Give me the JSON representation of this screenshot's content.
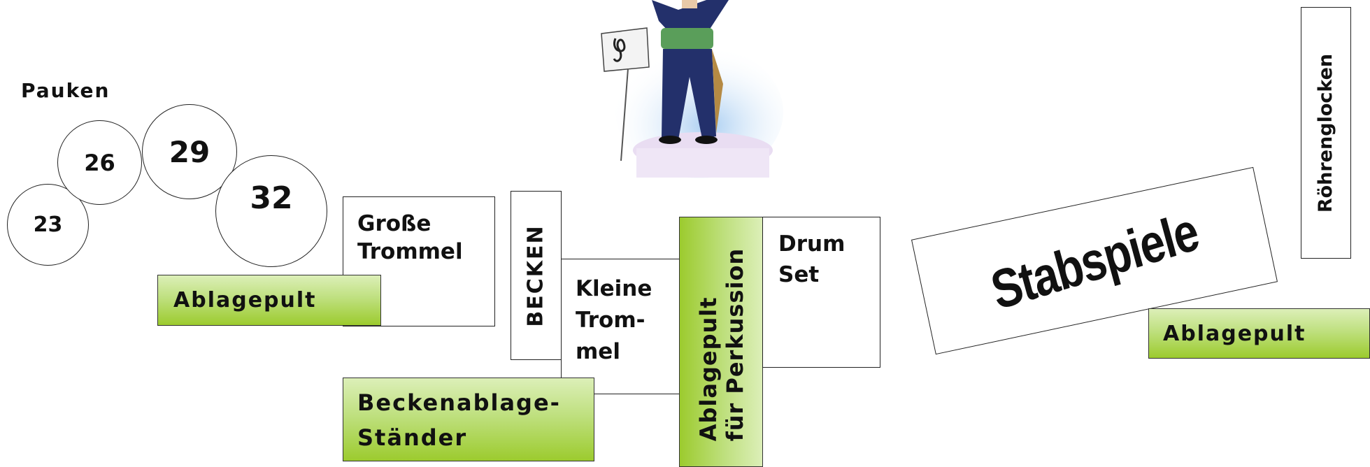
{
  "title": "Pauken",
  "timpani": [
    "23",
    "26",
    "29",
    "32"
  ],
  "bass_drum": [
    "Große",
    "Trommel"
  ],
  "cymbals": "BECKEN",
  "snare_drum": [
    "Kleine",
    "Trom-",
    "mel"
  ],
  "percussion_stand": [
    "Ablagepult",
    "für Perkussion"
  ],
  "drum_set": [
    "Drum",
    "Set"
  ],
  "mallets": "Stabspiele",
  "tubular_bells": "Röhrenglocken",
  "music_stand_left": "Ablagepult",
  "music_stand_right": "Ablagepult",
  "cymbal_stand": [
    "Beckenablage-",
    "Ständer"
  ],
  "colors": {
    "stand_green": "#9ccb2e",
    "stand_light": "#dcefb8",
    "suit_navy": "#23306b"
  }
}
